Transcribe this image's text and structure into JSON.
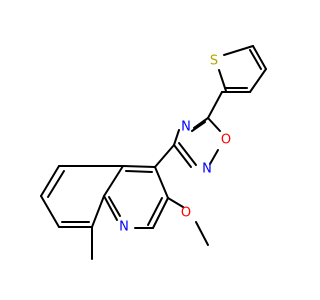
{
  "molecule": {
    "atoms": [
      {
        "id": "S",
        "label": "S",
        "color": "#b5a600"
      },
      {
        "id": "N_oxa_top",
        "label": "N",
        "color": "#0000ff"
      },
      {
        "id": "O_oxa",
        "label": "O",
        "color": "#ff0000"
      },
      {
        "id": "N_oxa_bottom",
        "label": "N",
        "color": "#0000ff"
      },
      {
        "id": "N_quin",
        "label": "N",
        "color": "#0000ff"
      },
      {
        "id": "O_methoxy",
        "label": "O",
        "color": "#ff0000"
      }
    ]
  }
}
